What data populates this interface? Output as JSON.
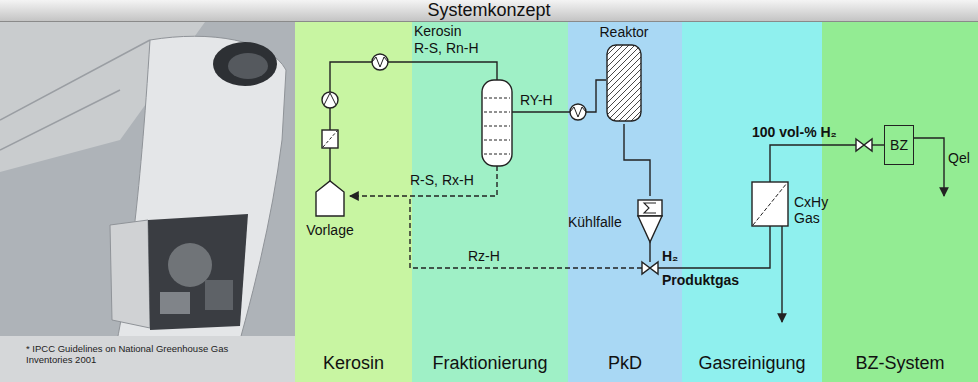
{
  "diagram": {
    "title": "Systemkonzept",
    "nodes": [
      {
        "text": [
          "Kerosin"
        ]
      },
      {
        "text": [
          "Fraktionierung"
        ]
      },
      {
        "text": [
          "PkD"
        ]
      },
      {
        "text": [
          "Gasreinigung"
        ]
      },
      {
        "text": [
          "BZ-System"
        ]
      },
      {
        "text": [
          "Vorlage"
        ],
        "in": 0
      },
      {
        "text": [
          "Reaktor"
        ],
        "in": 2
      },
      {
        "text": [
          "Kühlfalle"
        ],
        "in": 2
      },
      {
        "text": [
          "BZ"
        ],
        "in": 4
      }
    ],
    "edges": [
      {
        "from": 6,
        "to": 7,
        "arrow": "none"
      }
    ],
    "labels": [
      "Kerosin",
      "R-S, Rn-H",
      "RY-H",
      "R-S, Rx-H",
      "Rz-H",
      "H₂",
      "Produktgas",
      "100 vol-% H₂",
      "CxHy Gas",
      "Qel",
      "* IPCC Guidelines on National Greenhouse Gas Inventories 2001"
    ]
  }
}
